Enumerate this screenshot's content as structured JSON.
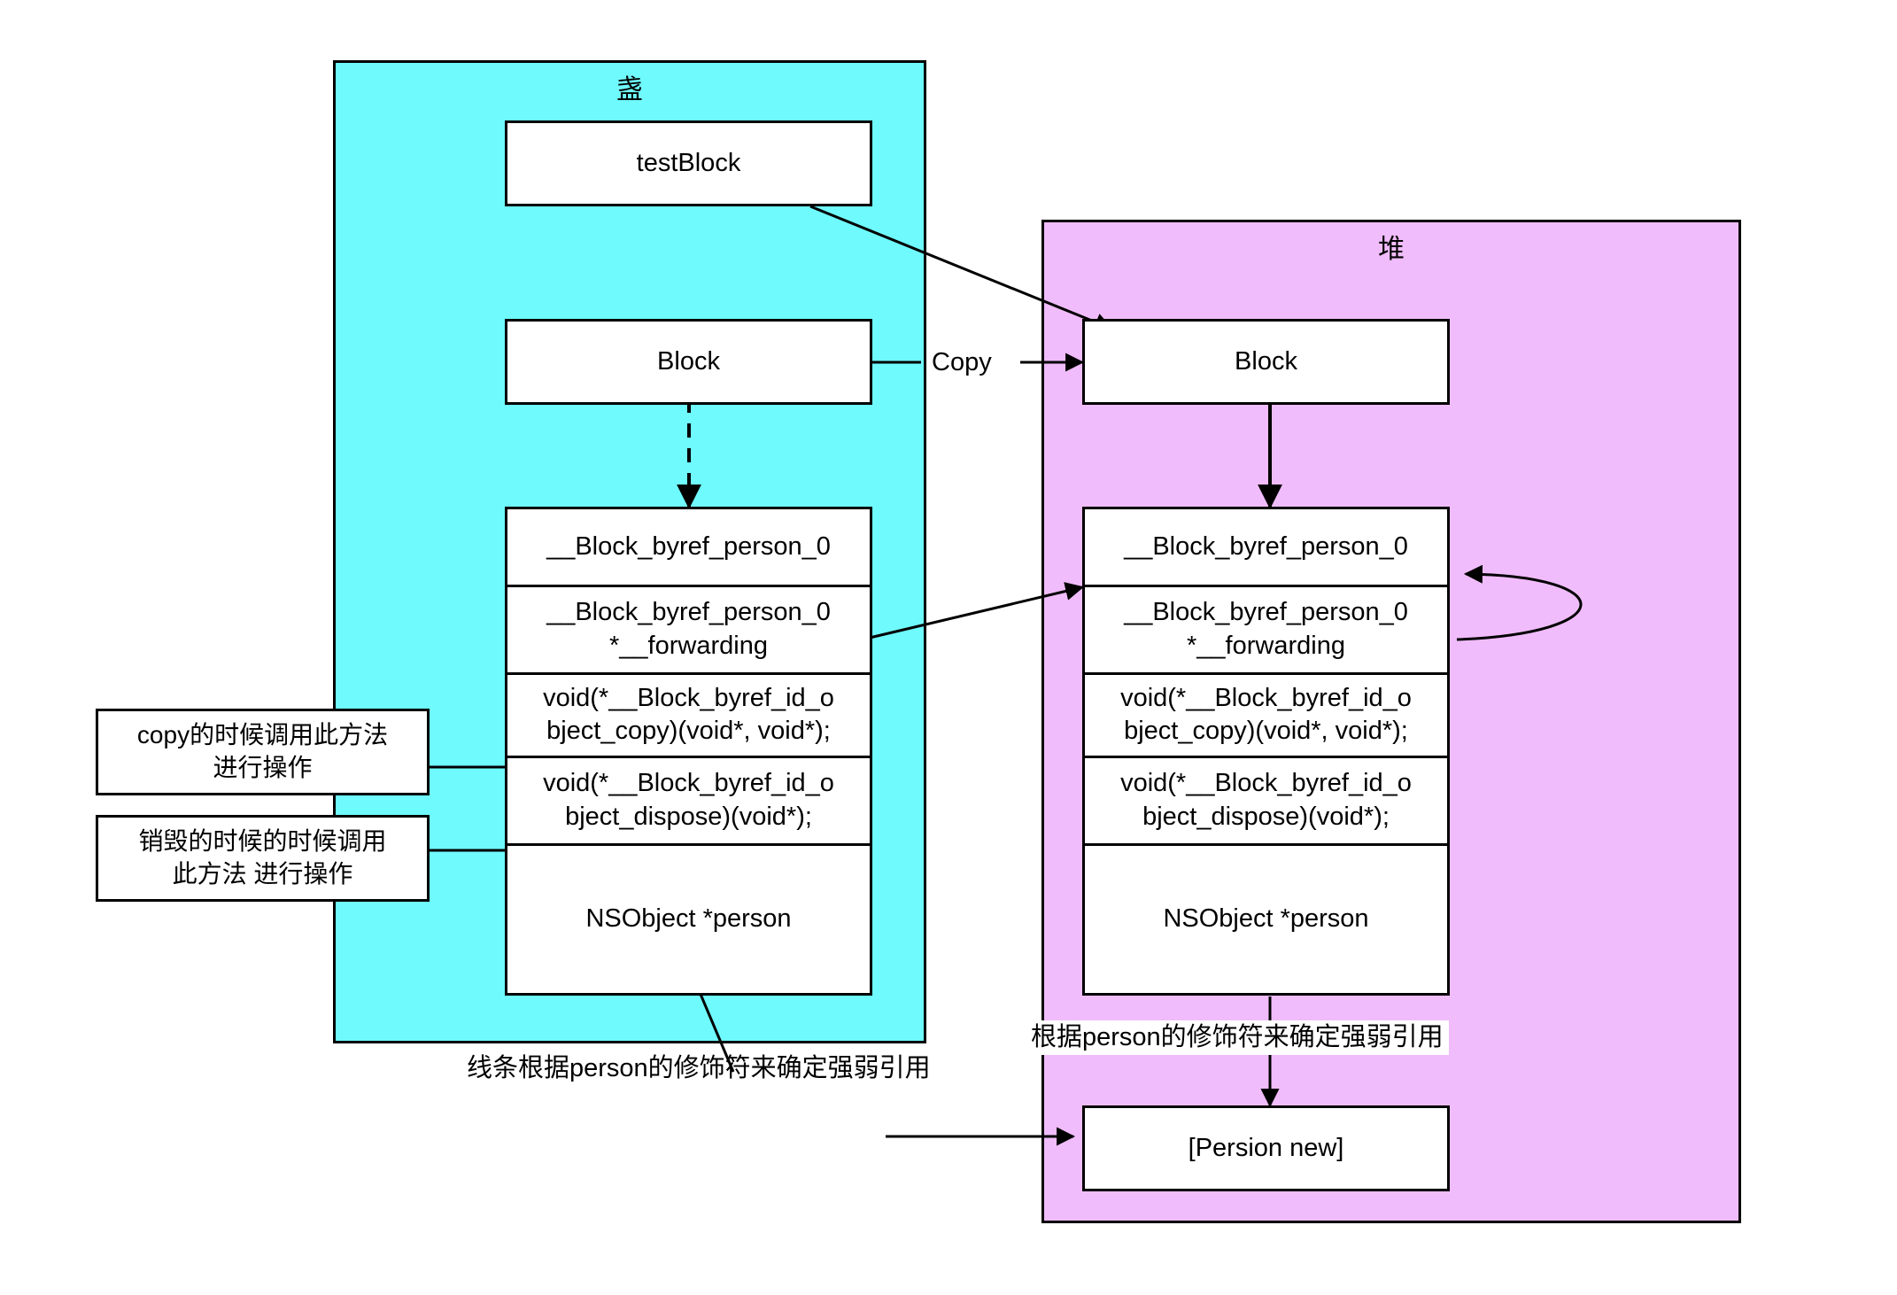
{
  "diagram": {
    "title": "Block __Block_byref stack to heap copy diagram",
    "colors": {
      "stack_fill": "#6ffafd",
      "heap_fill": "#f0bcfb",
      "node_fill": "#ffffff",
      "stroke": "#000000"
    }
  },
  "stack": {
    "title": "盏",
    "test_block": "testBlock",
    "block": "Block",
    "struct": {
      "rows": [
        "__Block_byref_person_0",
        "__Block_byref_person_0\n*__forwarding",
        "void(*__Block_byref_id_o\nbject_copy)(void*, void*);",
        "void(*__Block_byref_id_o\nbject_dispose)(void*);",
        "NSObject *person"
      ]
    }
  },
  "heap": {
    "title": "堆",
    "block": "Block",
    "struct": {
      "rows": [
        "__Block_byref_person_0",
        "__Block_byref_person_0\n*__forwarding",
        "void(*__Block_byref_id_o\nbject_copy)(void*, void*);",
        "void(*__Block_byref_id_o\nbject_dispose)(void*);",
        "NSObject *person"
      ]
    },
    "person_object": "[Persion new]"
  },
  "notes": {
    "copy_note": "copy的时候调用此方法\n进行操作",
    "dispose_note": "销毁的时候的时候调用\n此方法 进行操作",
    "stack_person_note": "线条根据person的修饰符来确定强弱引用",
    "heap_person_note": "根据person的修饰符来确定强弱引用"
  },
  "edges": {
    "copy_label": "Copy"
  }
}
